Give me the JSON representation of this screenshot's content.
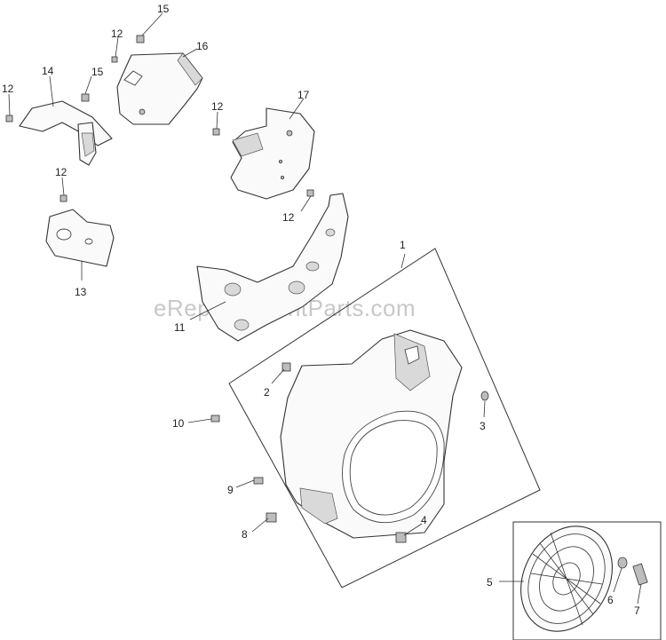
{
  "watermark": "eReplacementParts.com",
  "callouts": [
    {
      "id": "c15a",
      "label": "15"
    },
    {
      "id": "c12a",
      "label": "12"
    },
    {
      "id": "c16",
      "label": "16"
    },
    {
      "id": "c14",
      "label": "14"
    },
    {
      "id": "c15b",
      "label": "15"
    },
    {
      "id": "c12b",
      "label": "12"
    },
    {
      "id": "c17",
      "label": "17"
    },
    {
      "id": "c12c",
      "label": "12"
    },
    {
      "id": "c12d",
      "label": "12"
    },
    {
      "id": "c12e",
      "label": "12"
    },
    {
      "id": "c13",
      "label": "13"
    },
    {
      "id": "c1",
      "label": "1"
    },
    {
      "id": "c11",
      "label": "11"
    },
    {
      "id": "c2",
      "label": "2"
    },
    {
      "id": "c3",
      "label": "3"
    },
    {
      "id": "c10",
      "label": "10"
    },
    {
      "id": "c9",
      "label": "9"
    },
    {
      "id": "c8",
      "label": "8"
    },
    {
      "id": "c4",
      "label": "4"
    },
    {
      "id": "c5",
      "label": "5"
    },
    {
      "id": "c6",
      "label": "6"
    },
    {
      "id": "c7",
      "label": "7"
    }
  ]
}
